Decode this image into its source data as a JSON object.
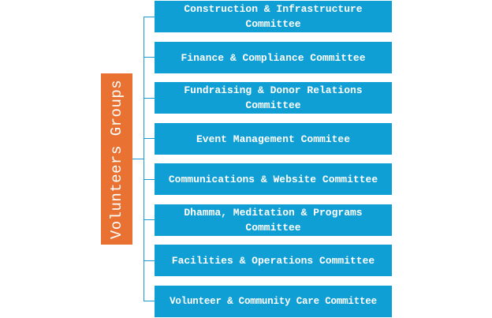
{
  "root": {
    "label": "Volunteers Groups"
  },
  "committees": [
    {
      "label": "Construction & Infrastructure Committee"
    },
    {
      "label": "Finance & Compliance Committee"
    },
    {
      "label": "Fundraising & Donor Relations Committee"
    },
    {
      "label": "Event Management Commitee"
    },
    {
      "label": "Communications & Website Committee"
    },
    {
      "label": "Dhamma, Meditation & Programs Committee"
    },
    {
      "label": "Facilities & Operations Committee"
    },
    {
      "label": "Volunteer & Community Care Committee"
    }
  ],
  "colors": {
    "root": "#e97132",
    "box": "#0f9fd5",
    "connector": "#1a9bd4"
  }
}
